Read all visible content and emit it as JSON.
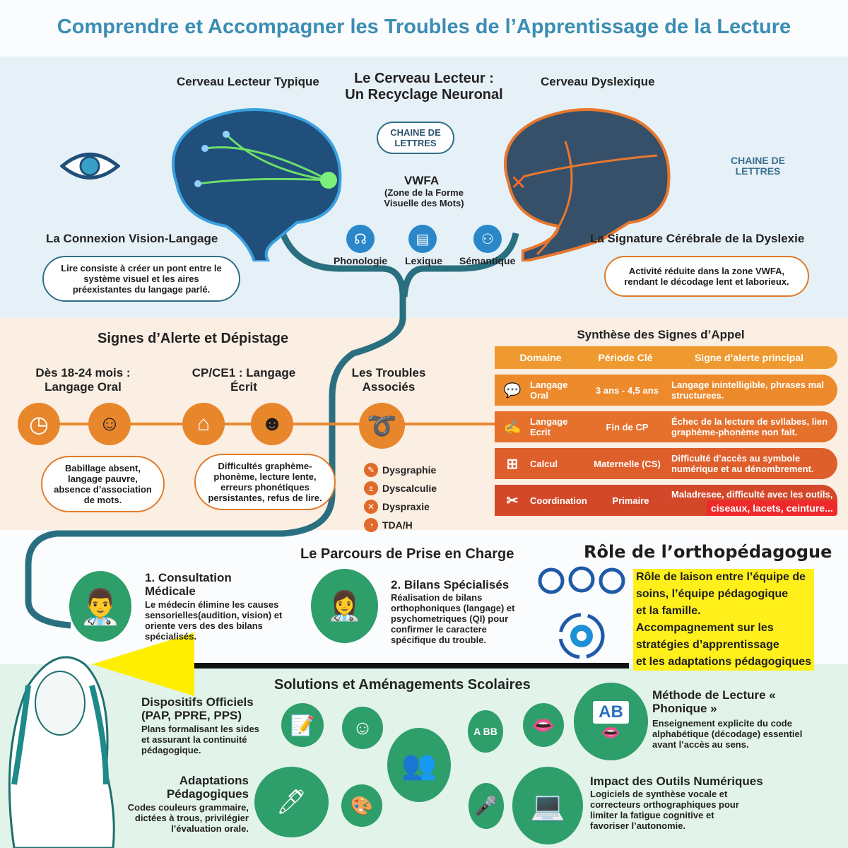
{
  "title": "Comprendre et Accompagner les Troubles de l’Apprentissage de la Lecture",
  "brain": {
    "typical_label": "Cerveau Lecteur Typique",
    "center_title_1": "Le Cerveau Lecteur :",
    "center_title_2": "Un Recyclage Neuronal",
    "dyslexic_label": "Cerveau Dyslexique",
    "letters_bubble": "CHAINE DE LETTRES",
    "letters_right": "CHAINE DE LETTRES",
    "vwfa": "VWFA",
    "vwfa_desc": "(Zone de la Forme Visuelle des Mots)",
    "connexion_title": "La Connexion Vision-Langage",
    "connexion_text": "Lire consiste à créer un pont entre le système visuel et les aires préexistantes du langage parlé.",
    "signature_title": "La Signature Cérébrale de la Dyslexie",
    "signature_text": "Activité réduite dans la zone VWFA, rendant le décodage lent et laborieux.",
    "modules": [
      {
        "label": "Phonologie",
        "icon": "speaking-head-icon"
      },
      {
        "label": "Lexique",
        "icon": "book-icon"
      },
      {
        "label": "Sémantique",
        "icon": "network-icon"
      }
    ],
    "colors": {
      "typical": "#3aa0e0",
      "active": "#6ee06a",
      "dyslexic": "#e8772e"
    }
  },
  "alerts": {
    "title": "Signes d’Alerte et Dépistage",
    "oral_title": "Dès 18-24 mois : Langage Oral",
    "ecrit_title": "CP/CE1 : Langage Écrit",
    "oral_text": "Babillage absent, langage pauvre, absence d’association de mots.",
    "ecrit_text": "Difficultés graphème-phonème, lecture lente, erreurs phonétiques persistantes, refus de lire.",
    "associated_title": "Les Troubles Associés",
    "associated": [
      "Dysgraphie",
      "Dyscalculie",
      "Dyspraxie",
      "TDA/H"
    ]
  },
  "synthese": {
    "title": "Synthèse des Signes d’Appel",
    "headers": [
      "Domaine",
      "Période Clé",
      "Signe d’alerte principal"
    ],
    "rows": [
      {
        "icon": "chat-bubbles-icon",
        "domain": "Langage Oral",
        "period": "3 ans - 4,5 ans",
        "sign": "Langage inintelligible, phrases mal structurees.",
        "color": "#ec8a2c"
      },
      {
        "icon": "writing-icon",
        "domain": "Langage Ecrit",
        "period": "Fin de CP",
        "sign": "Échec de la lecture de svllabes, lien graphème-phonème non fait.",
        "color": "#e5712c"
      },
      {
        "icon": "calculator-icon",
        "domain": "Calcul",
        "period": "Maternelle (CS)",
        "sign": "Difficulté d’accès au symbole numérique et au dénombrement.",
        "color": "#de5e2c"
      },
      {
        "icon": "ruler-pencil-icon",
        "domain": "Coordination",
        "period": "Primaire",
        "sign": "Maladresee, difficulté avec les outils,",
        "color": "#d4482a"
      }
    ],
    "highlight": "ciseaux, lacets, ceinture..."
  },
  "parcours": {
    "title": "Le Parcours de Prise en Charge",
    "step1_title": "1. Consultation Médicale",
    "step1_text": "Le médecin élimine les causes sensorielles(audition, vision) et oriente vers des des bilans spécialisés.",
    "step2_title": "2. Bilans Spécialisés",
    "step2_text": "Réalisation de bilans orthophoniques (langage) et psychometriques (QI) pour confirmer le caractere spécifique du trouble."
  },
  "ortho": {
    "title": "Rôle de l’orthopédagogue",
    "lines": [
      "Rôle de laison entre l’équipe de",
      "soins, l’équipe pédagogique",
      "et la famille.",
      "Accompagnement sur les",
      "stratégies d’apprentissage",
      " et les adaptations pédagogiques"
    ]
  },
  "solutions": {
    "title": "Solutions et Aménagements Scolaires",
    "disp_title": "Dispositifs Officiels (PAP, PPRE, PPS)",
    "disp_text": "Plans formalisant les sides et assurant la continuité pédagogique.",
    "adapt_title": "Adaptations Pédagogiques",
    "adapt_text": "Codes couleurs grammaire, dictées à trous, privilégier l’évaluation orale.",
    "phon_title": "Méthode de Lecture « Phonique »",
    "phon_text": "Enseignement explicite du code alphabétique (décodage) essentiel avant l’accès au sens.",
    "num_title": "Impact des Outils Numériques",
    "num_text": "Logiciels de synthèse vocale et correcteurs orthographiques pour limiter la fatigue cognitive et favoriser l’autonomie.",
    "blocks": "A BB",
    "book": "AB"
  }
}
